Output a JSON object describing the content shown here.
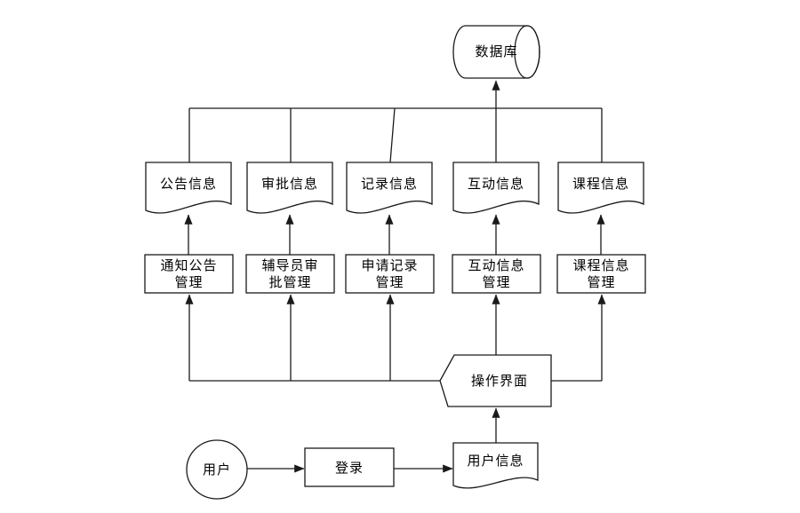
{
  "diagram": {
    "database": {
      "label": "数据库"
    },
    "documents": [
      {
        "label": "公告信息"
      },
      {
        "label": "审批信息"
      },
      {
        "label": "记录信息"
      },
      {
        "label": "互动信息"
      },
      {
        "label": "课程信息"
      }
    ],
    "managers": [
      {
        "label": "通知公告\n管理"
      },
      {
        "label": "辅导员审\n批管理"
      },
      {
        "label": "申请记录\n管理"
      },
      {
        "label": "互动信息\n管理"
      },
      {
        "label": "课程信息\n管理"
      }
    ],
    "interface": {
      "label": "操作界面"
    },
    "user": {
      "label": "用户"
    },
    "login": {
      "label": "登录"
    },
    "user_info": {
      "label": "用户信息"
    },
    "colors": {
      "line": "#1a1a1a",
      "background": "#ffffff",
      "text": "#000000"
    }
  }
}
